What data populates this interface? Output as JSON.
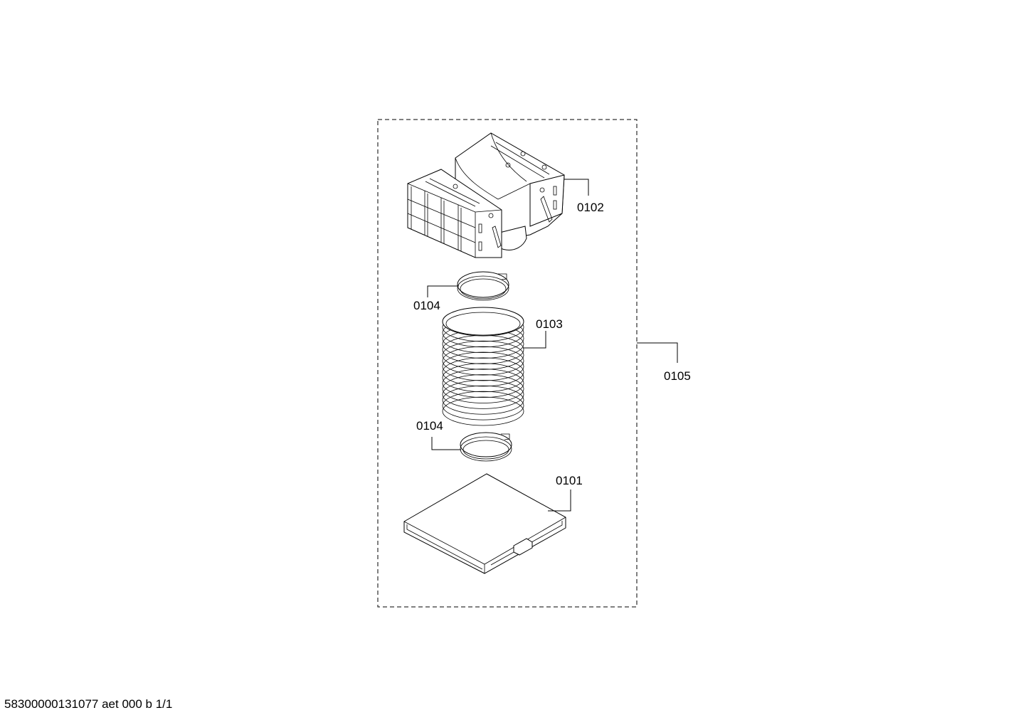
{
  "diagram": {
    "parts": [
      {
        "id": "0101",
        "label": "0101"
      },
      {
        "id": "0102",
        "label": "0102"
      },
      {
        "id": "0103",
        "label": "0103"
      },
      {
        "id": "0104a",
        "label": "0104"
      },
      {
        "id": "0104b",
        "label": "0104"
      },
      {
        "id": "0105",
        "label": "0105"
      }
    ]
  },
  "footer": {
    "text": "58300000131077 aet 000 b 1/1"
  }
}
